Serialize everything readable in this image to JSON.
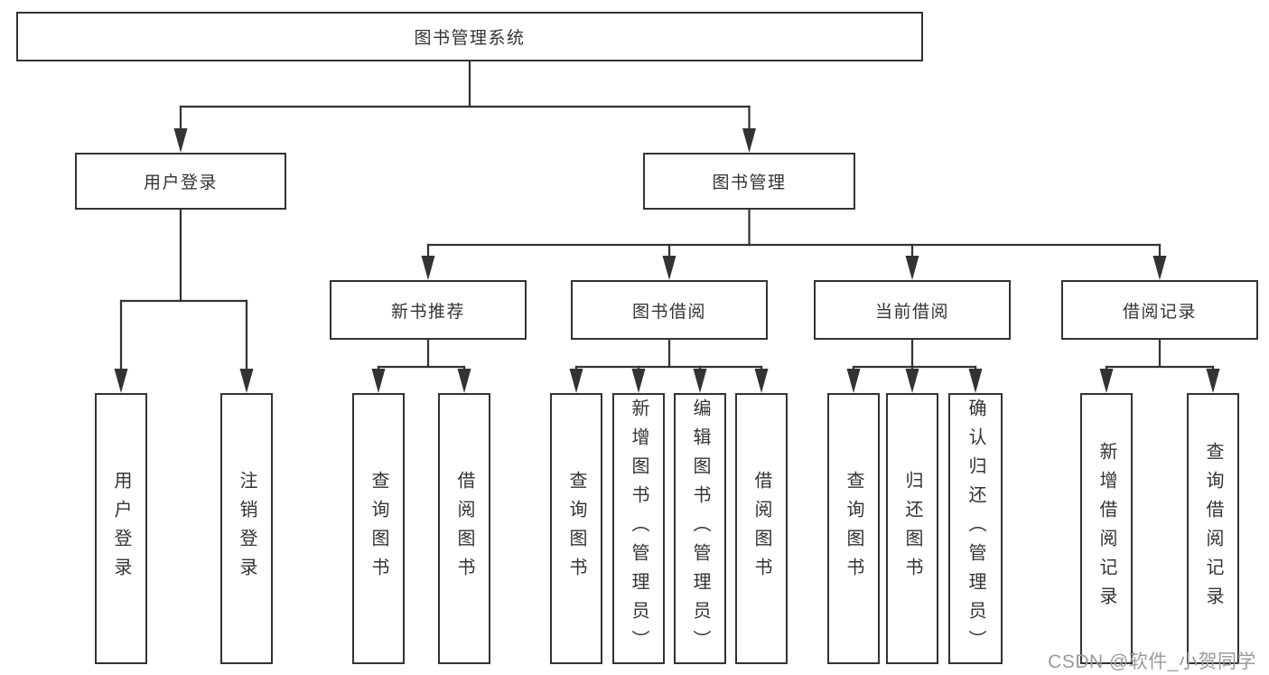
{
  "diagram": {
    "title": "图书管理系统",
    "watermark": "CSDN @软件_小贺同学",
    "colors": {
      "line": "#333333",
      "text": "#333333",
      "watermark": "#9b9b9b",
      "background": "#ffffff"
    },
    "nodes": [
      {
        "id": "root",
        "label": "图书管理系统",
        "level": 1
      },
      {
        "id": "user-login",
        "label": "用户登录",
        "level": 2
      },
      {
        "id": "book-mgmt",
        "label": "图书管理",
        "level": 2
      },
      {
        "id": "new-book-rec",
        "label": "新书推荐",
        "level": 3
      },
      {
        "id": "book-borrow",
        "label": "图书借阅",
        "level": 3
      },
      {
        "id": "current-borrow",
        "label": "当前借阅",
        "level": 3
      },
      {
        "id": "borrow-records",
        "label": "借阅记录",
        "level": 3
      },
      {
        "id": "leaf-user-login",
        "label": "用户登录",
        "level": 4
      },
      {
        "id": "leaf-logout",
        "label": "注销登录",
        "level": 4
      },
      {
        "id": "leaf-query-book-1",
        "label": "查询图书",
        "level": 4
      },
      {
        "id": "leaf-borrow-book-1",
        "label": "借阅图书",
        "level": 4
      },
      {
        "id": "leaf-query-book-2",
        "label": "查询图书",
        "level": 4
      },
      {
        "id": "leaf-add-book",
        "label": "新增图书（管理员）",
        "level": 4
      },
      {
        "id": "leaf-edit-book",
        "label": "编辑图书（管理员）",
        "level": 4
      },
      {
        "id": "leaf-borrow-book-2",
        "label": "借阅图书",
        "level": 4
      },
      {
        "id": "leaf-query-book-3",
        "label": "查询图书",
        "level": 4
      },
      {
        "id": "leaf-return-book",
        "label": "归还图书",
        "level": 4
      },
      {
        "id": "leaf-confirm-return",
        "label": "确认归还（管理员）",
        "level": 4
      },
      {
        "id": "leaf-add-borrow-record",
        "label": "新增借阅记录",
        "level": 4
      },
      {
        "id": "leaf-query-borrow-record",
        "label": "查询借阅记录",
        "level": 4
      }
    ],
    "edges": [
      [
        "root",
        "user-login"
      ],
      [
        "root",
        "book-mgmt"
      ],
      [
        "user-login",
        "leaf-user-login"
      ],
      [
        "user-login",
        "leaf-logout"
      ],
      [
        "book-mgmt",
        "new-book-rec"
      ],
      [
        "book-mgmt",
        "book-borrow"
      ],
      [
        "book-mgmt",
        "current-borrow"
      ],
      [
        "book-mgmt",
        "borrow-records"
      ],
      [
        "new-book-rec",
        "leaf-query-book-1"
      ],
      [
        "new-book-rec",
        "leaf-borrow-book-1"
      ],
      [
        "book-borrow",
        "leaf-query-book-2"
      ],
      [
        "book-borrow",
        "leaf-add-book"
      ],
      [
        "book-borrow",
        "leaf-edit-book"
      ],
      [
        "book-borrow",
        "leaf-borrow-book-2"
      ],
      [
        "current-borrow",
        "leaf-query-book-3"
      ],
      [
        "current-borrow",
        "leaf-return-book"
      ],
      [
        "current-borrow",
        "leaf-confirm-return"
      ],
      [
        "borrow-records",
        "leaf-add-borrow-record"
      ],
      [
        "borrow-records",
        "leaf-query-borrow-record"
      ]
    ]
  }
}
